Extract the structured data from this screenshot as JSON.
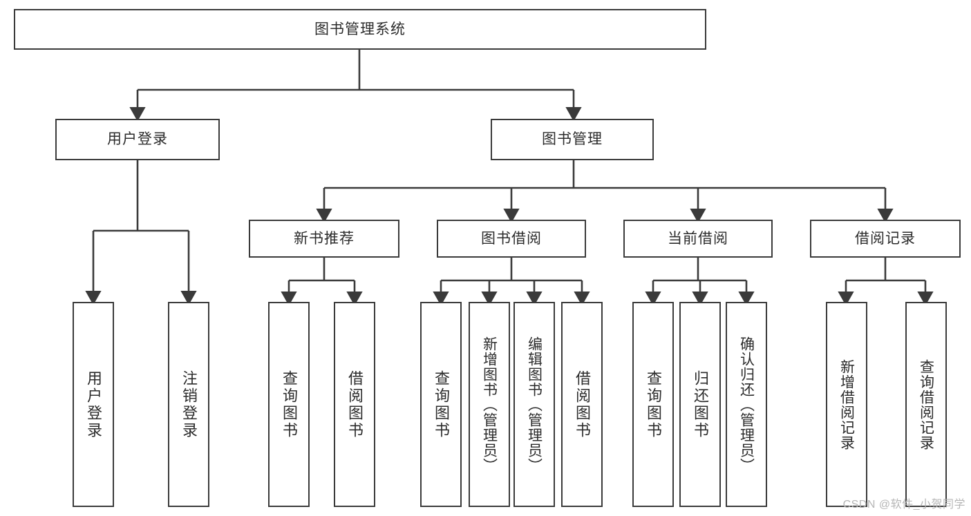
{
  "diagram": {
    "type": "tree-hierarchy",
    "title": "图书管理系统",
    "root": {
      "id": "root",
      "label": "图书管理系统",
      "orientation": "horizontal"
    },
    "level1": [
      {
        "id": "user-login",
        "label": "用户登录",
        "orientation": "horizontal"
      },
      {
        "id": "book-manage",
        "label": "图书管理",
        "orientation": "horizontal"
      }
    ],
    "level2": [
      {
        "id": "new-book-rec",
        "label": "新书推荐",
        "parent": "book-manage",
        "orientation": "horizontal"
      },
      {
        "id": "book-borrow",
        "label": "图书借阅",
        "parent": "book-manage",
        "orientation": "horizontal"
      },
      {
        "id": "current-borrow",
        "label": "当前借阅",
        "parent": "book-manage",
        "orientation": "horizontal"
      },
      {
        "id": "borrow-record",
        "label": "借阅记录",
        "parent": "book-manage",
        "orientation": "horizontal"
      }
    ],
    "leaves": [
      {
        "id": "leaf-user-login",
        "label": "用户登录",
        "parent": "user-login",
        "orientation": "vertical"
      },
      {
        "id": "leaf-user-logout",
        "label": "注销登录",
        "parent": "user-login",
        "orientation": "vertical"
      },
      {
        "id": "leaf-query-book-1",
        "label": "查询图书",
        "parent": "new-book-rec",
        "orientation": "vertical"
      },
      {
        "id": "leaf-borrow-book-1",
        "label": "借阅图书",
        "parent": "new-book-rec",
        "orientation": "vertical"
      },
      {
        "id": "leaf-query-book-2",
        "label": "查询图书",
        "parent": "book-borrow",
        "orientation": "vertical"
      },
      {
        "id": "leaf-add-book",
        "label": "新增图书（管理员）",
        "parent": "book-borrow",
        "orientation": "vertical"
      },
      {
        "id": "leaf-edit-book",
        "label": "编辑图书（管理员）",
        "parent": "book-borrow",
        "orientation": "vertical"
      },
      {
        "id": "leaf-borrow-book-2",
        "label": "借阅图书",
        "parent": "book-borrow",
        "orientation": "vertical"
      },
      {
        "id": "leaf-query-book-3",
        "label": "查询图书",
        "parent": "current-borrow",
        "orientation": "vertical"
      },
      {
        "id": "leaf-return-book",
        "label": "归还图书",
        "parent": "current-borrow",
        "orientation": "vertical"
      },
      {
        "id": "leaf-confirm-return",
        "label": "确认归还（管理员）",
        "parent": "current-borrow",
        "orientation": "vertical"
      },
      {
        "id": "leaf-add-record",
        "label": "新增借阅记录",
        "parent": "borrow-record",
        "orientation": "vertical"
      },
      {
        "id": "leaf-query-record",
        "label": "查询借阅记录",
        "parent": "borrow-record",
        "orientation": "vertical"
      }
    ],
    "colors": {
      "stroke": "#3a3a3a",
      "box_fill": "#ffffff",
      "text": "#2b2b2b",
      "watermark": "#b6b6b6",
      "background": "#ffffff"
    }
  },
  "watermark": {
    "text": "CSDN @软件_小贺同学"
  }
}
